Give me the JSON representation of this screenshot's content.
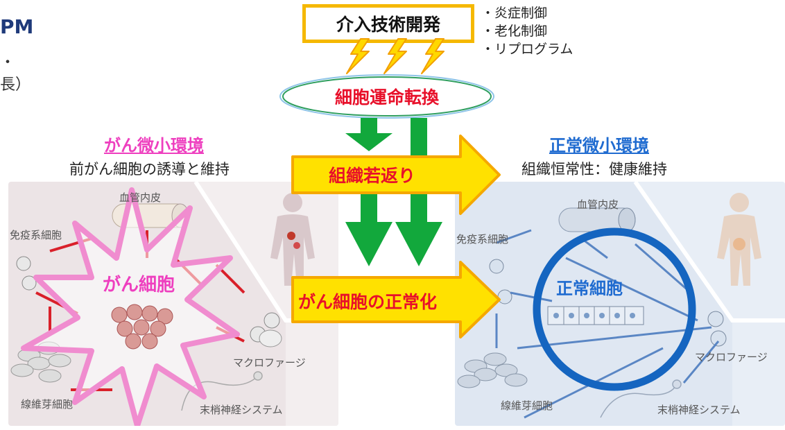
{
  "cut_text": {
    "title": "PM",
    "line1": "・",
    "line2": "長）"
  },
  "intervention": {
    "label": "介入技術開発",
    "bullets": [
      "・炎症制御",
      "・老化制御",
      "・リプログラム"
    ]
  },
  "cell_fate": {
    "label": "細胞運命転換"
  },
  "cancer_env": {
    "title": "がん微小環境",
    "subtitle": "前がん細胞の誘導と維持",
    "burst_label": "がん細胞",
    "labels": {
      "vascular": "血管内皮",
      "immune": "免疫系細胞",
      "macrophage": "マクロファージ",
      "fibroblast": "線維芽細胞",
      "nerve": "末梢神経システム"
    }
  },
  "normal_env": {
    "title": "正常微小環境",
    "subtitle": "組織恒常性：健康維持",
    "circle_label": "正常細胞",
    "labels": {
      "vascular": "血管内皮",
      "immune": "免疫系細胞",
      "macrophage": "マクロファージ",
      "fibroblast": "線維芽細胞",
      "nerve": "末梢神経システム"
    }
  },
  "arrows": {
    "rejuvenation": "組織若返り",
    "normalization": "がん細胞の正常化"
  },
  "colors": {
    "cancer_pink": "#ee3fbf",
    "normal_blue": "#1f6bd0",
    "accent_red": "#e8102a",
    "arrow_yellow": "#ffe100",
    "arrow_orange": "#f5a800",
    "arrow_green": "#12a83c",
    "ring_blue": "#1565c0"
  }
}
